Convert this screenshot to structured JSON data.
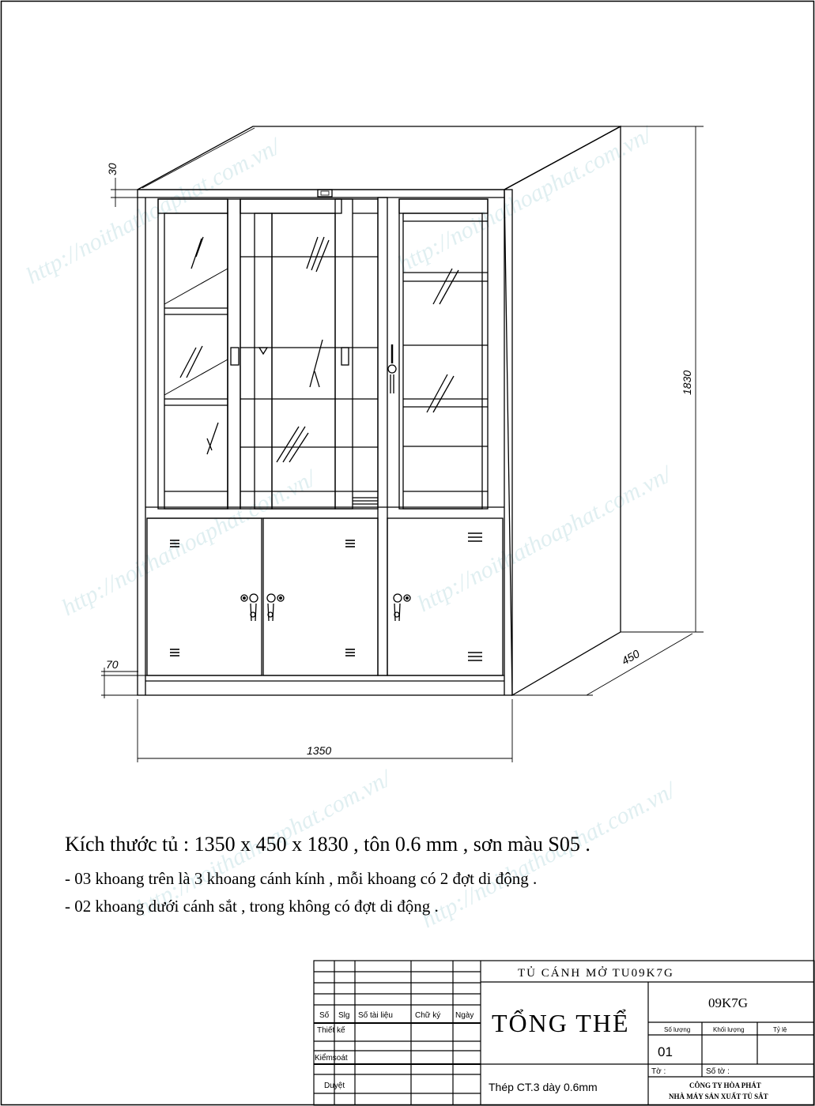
{
  "watermark": "http://noithathoaphat.com.vn/",
  "dimensions": {
    "top_rail": "30",
    "plinth": "70",
    "height": "1830",
    "depth": "450",
    "width": "1350"
  },
  "specs": {
    "main": "Kích thước tủ : 1350 x 450 x 1830 , tôn 0.6 mm , sơn màu S05 .",
    "line1": "- 03 khoang trên là 3 khoang cánh kính , mỗi khoang có 2 đợt di động .",
    "line2": "- 02 khoang dưới cánh sắt , trong không có đợt di động ."
  },
  "title_block": {
    "headers": {
      "so": "Số",
      "slg": "Slg",
      "so_tai_lieu": "Số tài liệu",
      "chu_ky": "Chữ ký",
      "ngay": "Ngày"
    },
    "rows": {
      "thiet_ke": "Thiết kế",
      "kiem_soat": "Kiểmsoát",
      "duyet": "Duyệt"
    },
    "product": "TỦ CÁNH MỞ TU09K7G",
    "view": "TỔNG THỂ",
    "code": "09K7G",
    "col_so_luong": "Số lượng",
    "col_khoi_luong": "Khối lượng",
    "col_ty_le": "Tỷ lệ",
    "quantity": "01",
    "to": "Tờ :",
    "so_to": "Số tờ :",
    "material": "Thép  CT.3  dày  0.6mm",
    "company": "CÔNG  TY  HÒA  PHÁT",
    "factory": "NHÀ  MÁY  SẢN  XUẤT  TỦ  SẮT"
  }
}
